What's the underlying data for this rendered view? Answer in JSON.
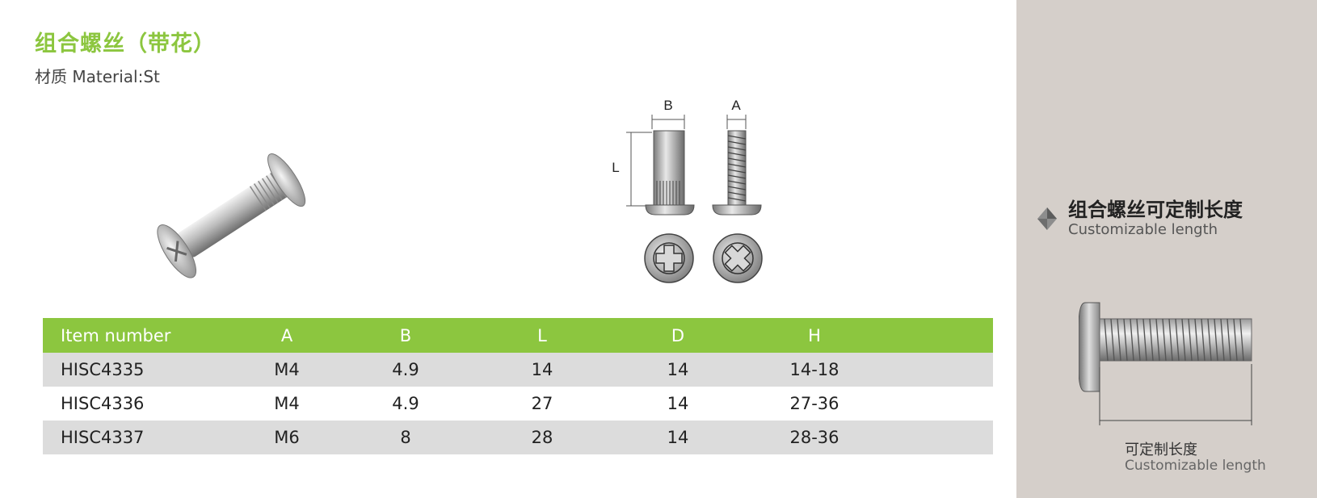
{
  "header": {
    "title": "组合螺丝（带花）",
    "material": "材质 Material:St"
  },
  "drawing_labels": {
    "b": "B",
    "a": "A",
    "l": "L"
  },
  "table": {
    "headers": [
      "Item number",
      "A",
      "B",
      "L",
      "D",
      "H"
    ],
    "rows": [
      [
        "HISC4335",
        "M4",
        "4.9",
        "14",
        "14",
        "14-18"
      ],
      [
        "HISC4336",
        "M4",
        "4.9",
        "27",
        "14",
        "27-36"
      ],
      [
        "HISC4337",
        "M6",
        "8",
        "28",
        "14",
        "28-36"
      ]
    ]
  },
  "side_panel": {
    "title": "组合螺丝可定制长度",
    "subtitle": "Customizable length",
    "caption_cn": "可定制长度",
    "caption_en": "Customizable length"
  },
  "colors": {
    "accent": "#8cc63f",
    "panel_bg": "#d5cfca",
    "row_shade": "#dcdcdc"
  }
}
